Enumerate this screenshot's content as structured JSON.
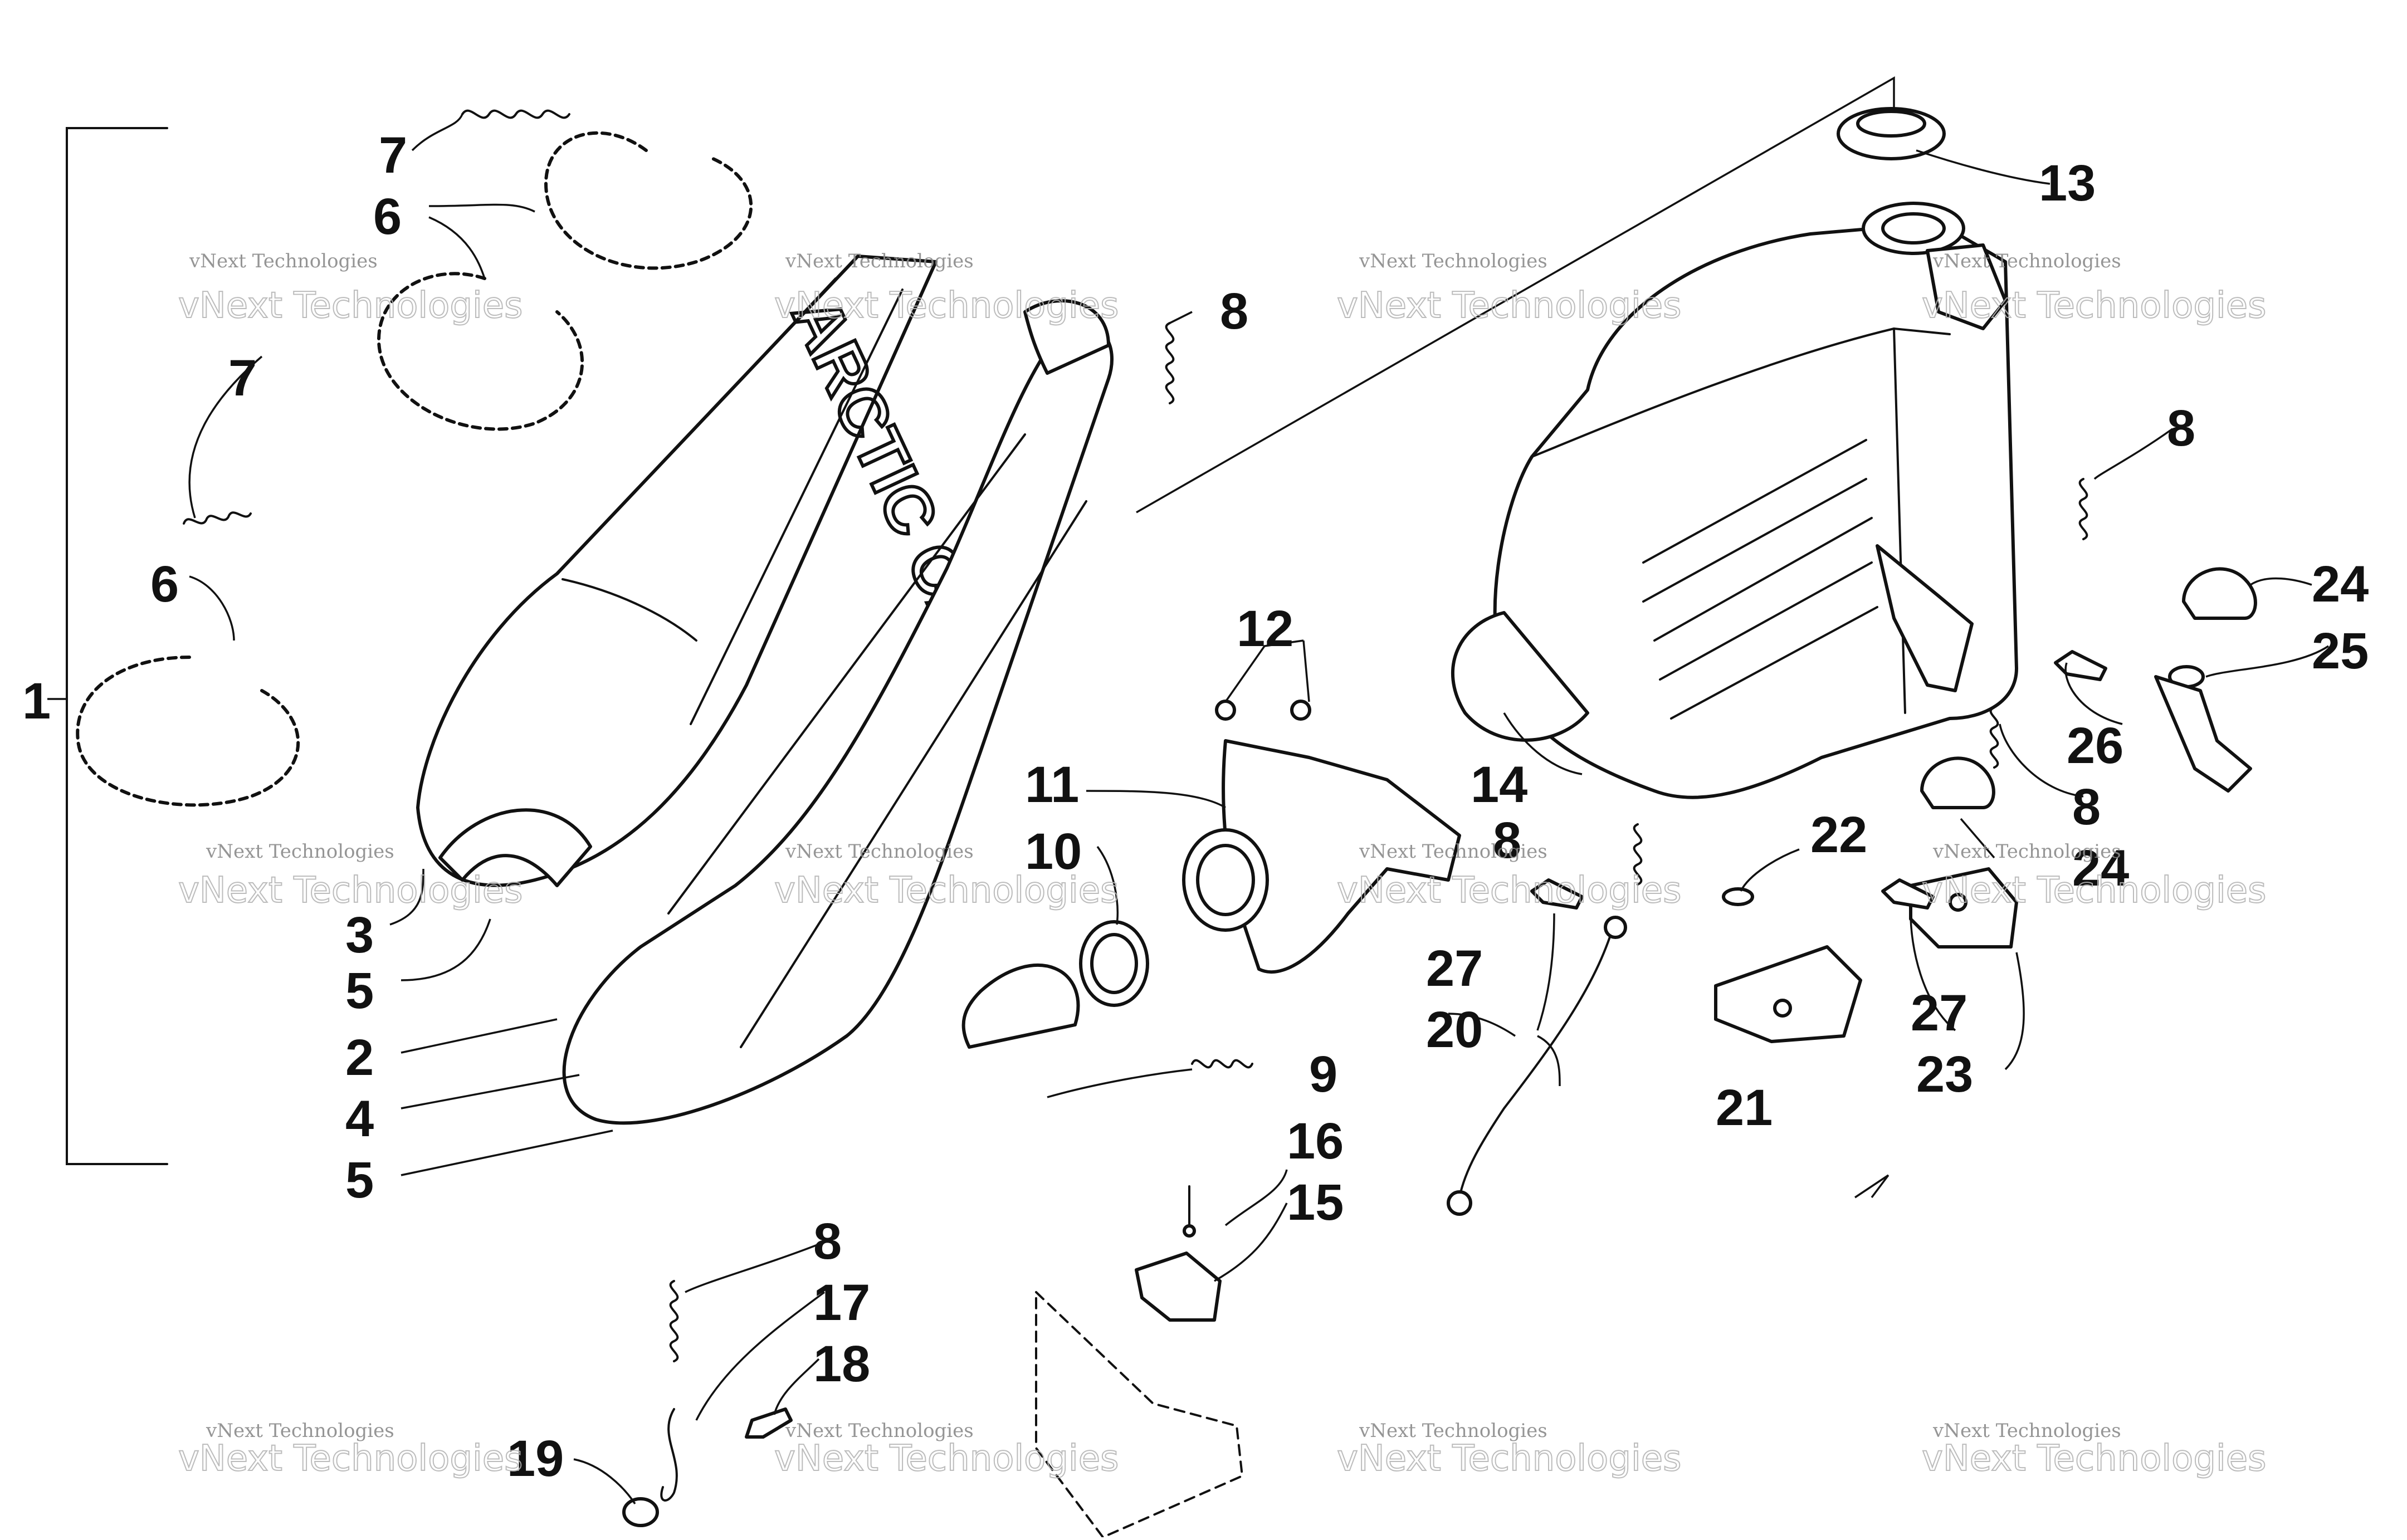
{
  "diagram": {
    "brand_text": "ARCTIC CAT",
    "watermark_line1": "vNext Technologies",
    "watermark_line2": "vNext Technologies",
    "callouts": [
      "1",
      "2",
      "3",
      "4",
      "5",
      "5",
      "6",
      "6",
      "7",
      "7",
      "8",
      "8",
      "8",
      "8",
      "8",
      "9",
      "10",
      "11",
      "12",
      "13",
      "14",
      "15",
      "16",
      "17",
      "18",
      "19",
      "20",
      "21",
      "22",
      "23",
      "24",
      "24",
      "25",
      "26",
      "27",
      "27"
    ]
  }
}
